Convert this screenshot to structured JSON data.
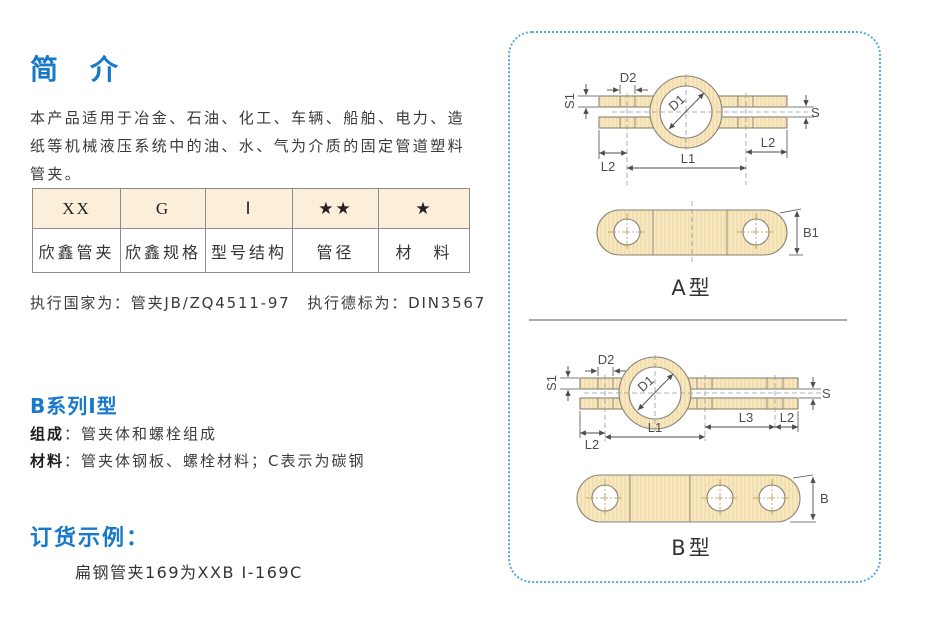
{
  "colors": {
    "accent_blue": "#1879cb",
    "dotted_border_blue": "#58a9dc",
    "table_header_bg": "#fcefd9",
    "part_fill_cream": "#f8e8bf",
    "outline_gray": "#8a8274"
  },
  "intro": {
    "title": "简　介",
    "paragraph": "本产品适用于冶金、石油、化工、车辆、船舶、电力、造纸等机械液压系统中的油、水、气为介质的固定管道塑料管夹。",
    "standards": "执行国家为：管夹JB/ZQ4511-97　执行德标为：DIN3567"
  },
  "model_table": {
    "header": [
      "XX",
      "G",
      "Ⅰ",
      "★★",
      "★"
    ],
    "meanings": [
      "欣鑫管夹",
      "欣鑫规格",
      "型号结构",
      "管径",
      "材　料"
    ]
  },
  "series": {
    "title": "B系列Ⅰ型",
    "composition_label": "组成",
    "composition_text": "：管夹体和螺栓组成",
    "material_label": "材料",
    "material_text": "：管夹体钢板、螺栓材料；C表示为碳钢"
  },
  "order": {
    "title": "订货示例：",
    "example": "扁钢管夹169为XXB Ⅰ-169C"
  },
  "diagrams": {
    "dims": {
      "d1": "D1",
      "d2": "D2",
      "s1": "S1",
      "s": "S",
      "l1": "L1",
      "l2": "L2",
      "l3": "L3",
      "b1": "B1",
      "b": "B"
    },
    "type_a_label": "A型",
    "type_b_label": "B型"
  }
}
